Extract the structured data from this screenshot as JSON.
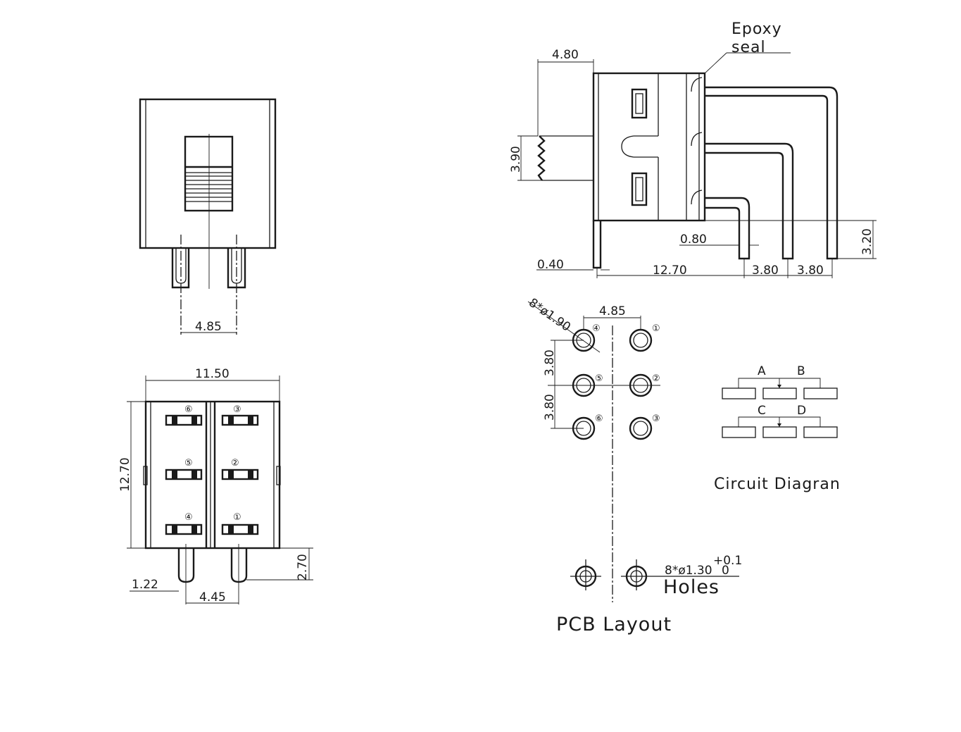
{
  "labels": {
    "epoxy": "Epoxy",
    "seal": "seal",
    "pcb_layout": "PCB Layout",
    "circuit_diagram": "Circuit Diagran",
    "holes": "Holes",
    "hole_spec": "8*ø1.30",
    "tol_plus": "+0.1",
    "tol_zero": "0",
    "pad_spec": "8*ø1.90"
  },
  "dims": {
    "front_pitch": "4.85",
    "bottom_width": "11.50",
    "bottom_height": "12.70",
    "pin_len": "2.70",
    "pin_dia": "1.22",
    "pin_pitch": "4.45",
    "side_knob": "4.80",
    "side_knob_h": "3.90",
    "side_lead": "0.80",
    "side_stand": "3.20",
    "side_body": "12.70",
    "side_thick": "0.40",
    "side_pitch1": "3.80",
    "side_pitch2": "3.80",
    "pcb_pitch_x": "4.85",
    "pcb_pitch_y1": "3.80",
    "pcb_pitch_y2": "3.80"
  },
  "circuit": {
    "a": "A",
    "b": "B",
    "c": "C",
    "d": "D"
  },
  "pins": {
    "p1": "①",
    "p2": "②",
    "p3": "③",
    "p4": "④",
    "p5": "⑤",
    "p6": "⑥"
  }
}
